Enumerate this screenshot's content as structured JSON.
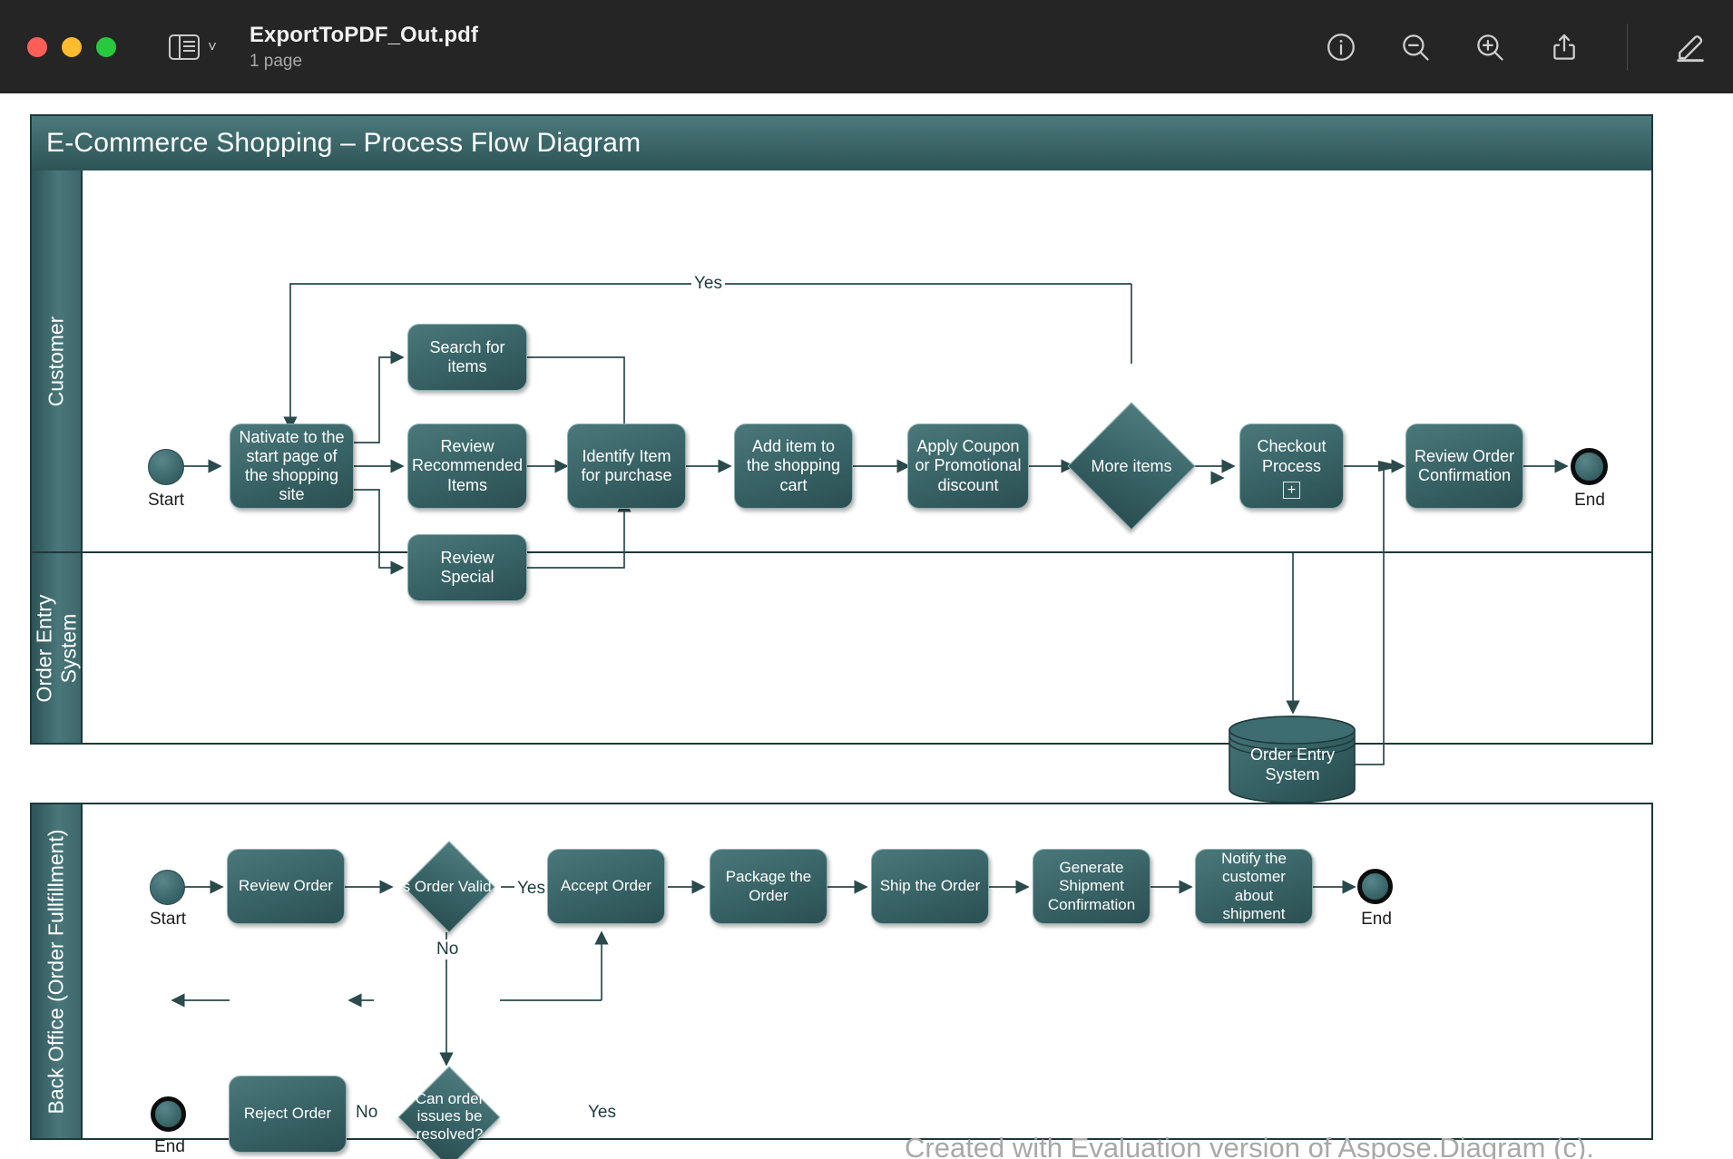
{
  "window": {
    "title": "ExportToPDF_Out.pdf",
    "subtitle": "1 page",
    "traffic_lights": [
      "close",
      "minimize",
      "maximize"
    ],
    "sidebar_toggle_icon": "sidebar-icon",
    "chevron": "˅",
    "toolbar": [
      {
        "name": "info-icon",
        "label": "Info"
      },
      {
        "name": "zoom-out-icon",
        "label": "Zoom Out"
      },
      {
        "name": "zoom-in-icon",
        "label": "Zoom In"
      },
      {
        "name": "share-icon",
        "label": "Share"
      },
      {
        "name": "markup-icon",
        "label": "Markup"
      }
    ]
  },
  "colors": {
    "titlebar_bg": "#262525",
    "node_fill": "#3a6669",
    "node_fill_light": "#4b787a",
    "node_fill_dark": "#2b4f52",
    "lane_header": "#2d5356",
    "border": "#1e3838",
    "page_bg": "#ffffff",
    "text_on_node": "#ffffff",
    "watermark": "#a8a8a8"
  },
  "diagram": {
    "title": "E-Commerce Shopping – Process Flow Diagram",
    "watermark": "Created with Evaluation version of Aspose.Diagram (c).",
    "pool1": {
      "lanes": [
        {
          "label": "Customer"
        },
        {
          "label": "Order Entry\nSystem"
        }
      ],
      "nodes": [
        {
          "id": "start1",
          "type": "start-event",
          "label": "Start"
        },
        {
          "id": "navigate",
          "type": "task",
          "label": "Nativate to the start page of the shopping site"
        },
        {
          "id": "search",
          "type": "task",
          "label": "Search for items"
        },
        {
          "id": "recommend",
          "type": "task",
          "label": "Review Recommended Items"
        },
        {
          "id": "special",
          "type": "task",
          "label": "Review Special"
        },
        {
          "id": "identify",
          "type": "task",
          "label": "Identify Item for purchase"
        },
        {
          "id": "addcart",
          "type": "task",
          "label": "Add item to the shopping cart"
        },
        {
          "id": "coupon",
          "type": "task",
          "label": "Apply Coupon or Promotional discount"
        },
        {
          "id": "moreitems",
          "type": "gateway",
          "label": "More items"
        },
        {
          "id": "checkout",
          "type": "subprocess",
          "label": "Checkout Process",
          "marker": "+"
        },
        {
          "id": "review",
          "type": "task",
          "label": "Review Order Confirmation"
        },
        {
          "id": "end1",
          "type": "end-event",
          "label": "End"
        },
        {
          "id": "oesdb",
          "type": "datastore",
          "label": "Order Entry System"
        }
      ],
      "edge_labels": [
        "Yes"
      ]
    },
    "pool2": {
      "lanes": [
        {
          "label": "Back Office (Order Fullfillment)"
        }
      ],
      "nodes": [
        {
          "id": "start2",
          "type": "start-event",
          "label": "Start"
        },
        {
          "id": "revorder",
          "type": "task",
          "label": "Review Order"
        },
        {
          "id": "valid",
          "type": "gateway",
          "label": "Is Order Valid?"
        },
        {
          "id": "accept",
          "type": "task",
          "label": "Accept Order"
        },
        {
          "id": "package",
          "type": "task",
          "label": "Package the Order"
        },
        {
          "id": "ship",
          "type": "task",
          "label": "Ship the Order"
        },
        {
          "id": "genconf",
          "type": "task",
          "label": "Generate Shipment Confirmation"
        },
        {
          "id": "notify",
          "type": "task",
          "label": "Notify the customer about shipment"
        },
        {
          "id": "end2",
          "type": "end-event",
          "label": "End"
        },
        {
          "id": "resolve",
          "type": "gateway",
          "label": "Can order issues be resolved?"
        },
        {
          "id": "reject",
          "type": "task",
          "label": "Reject Order"
        },
        {
          "id": "end3",
          "type": "end-event",
          "label": "End"
        }
      ],
      "edge_labels": [
        "Yes",
        "No",
        "No",
        "Yes"
      ]
    }
  }
}
